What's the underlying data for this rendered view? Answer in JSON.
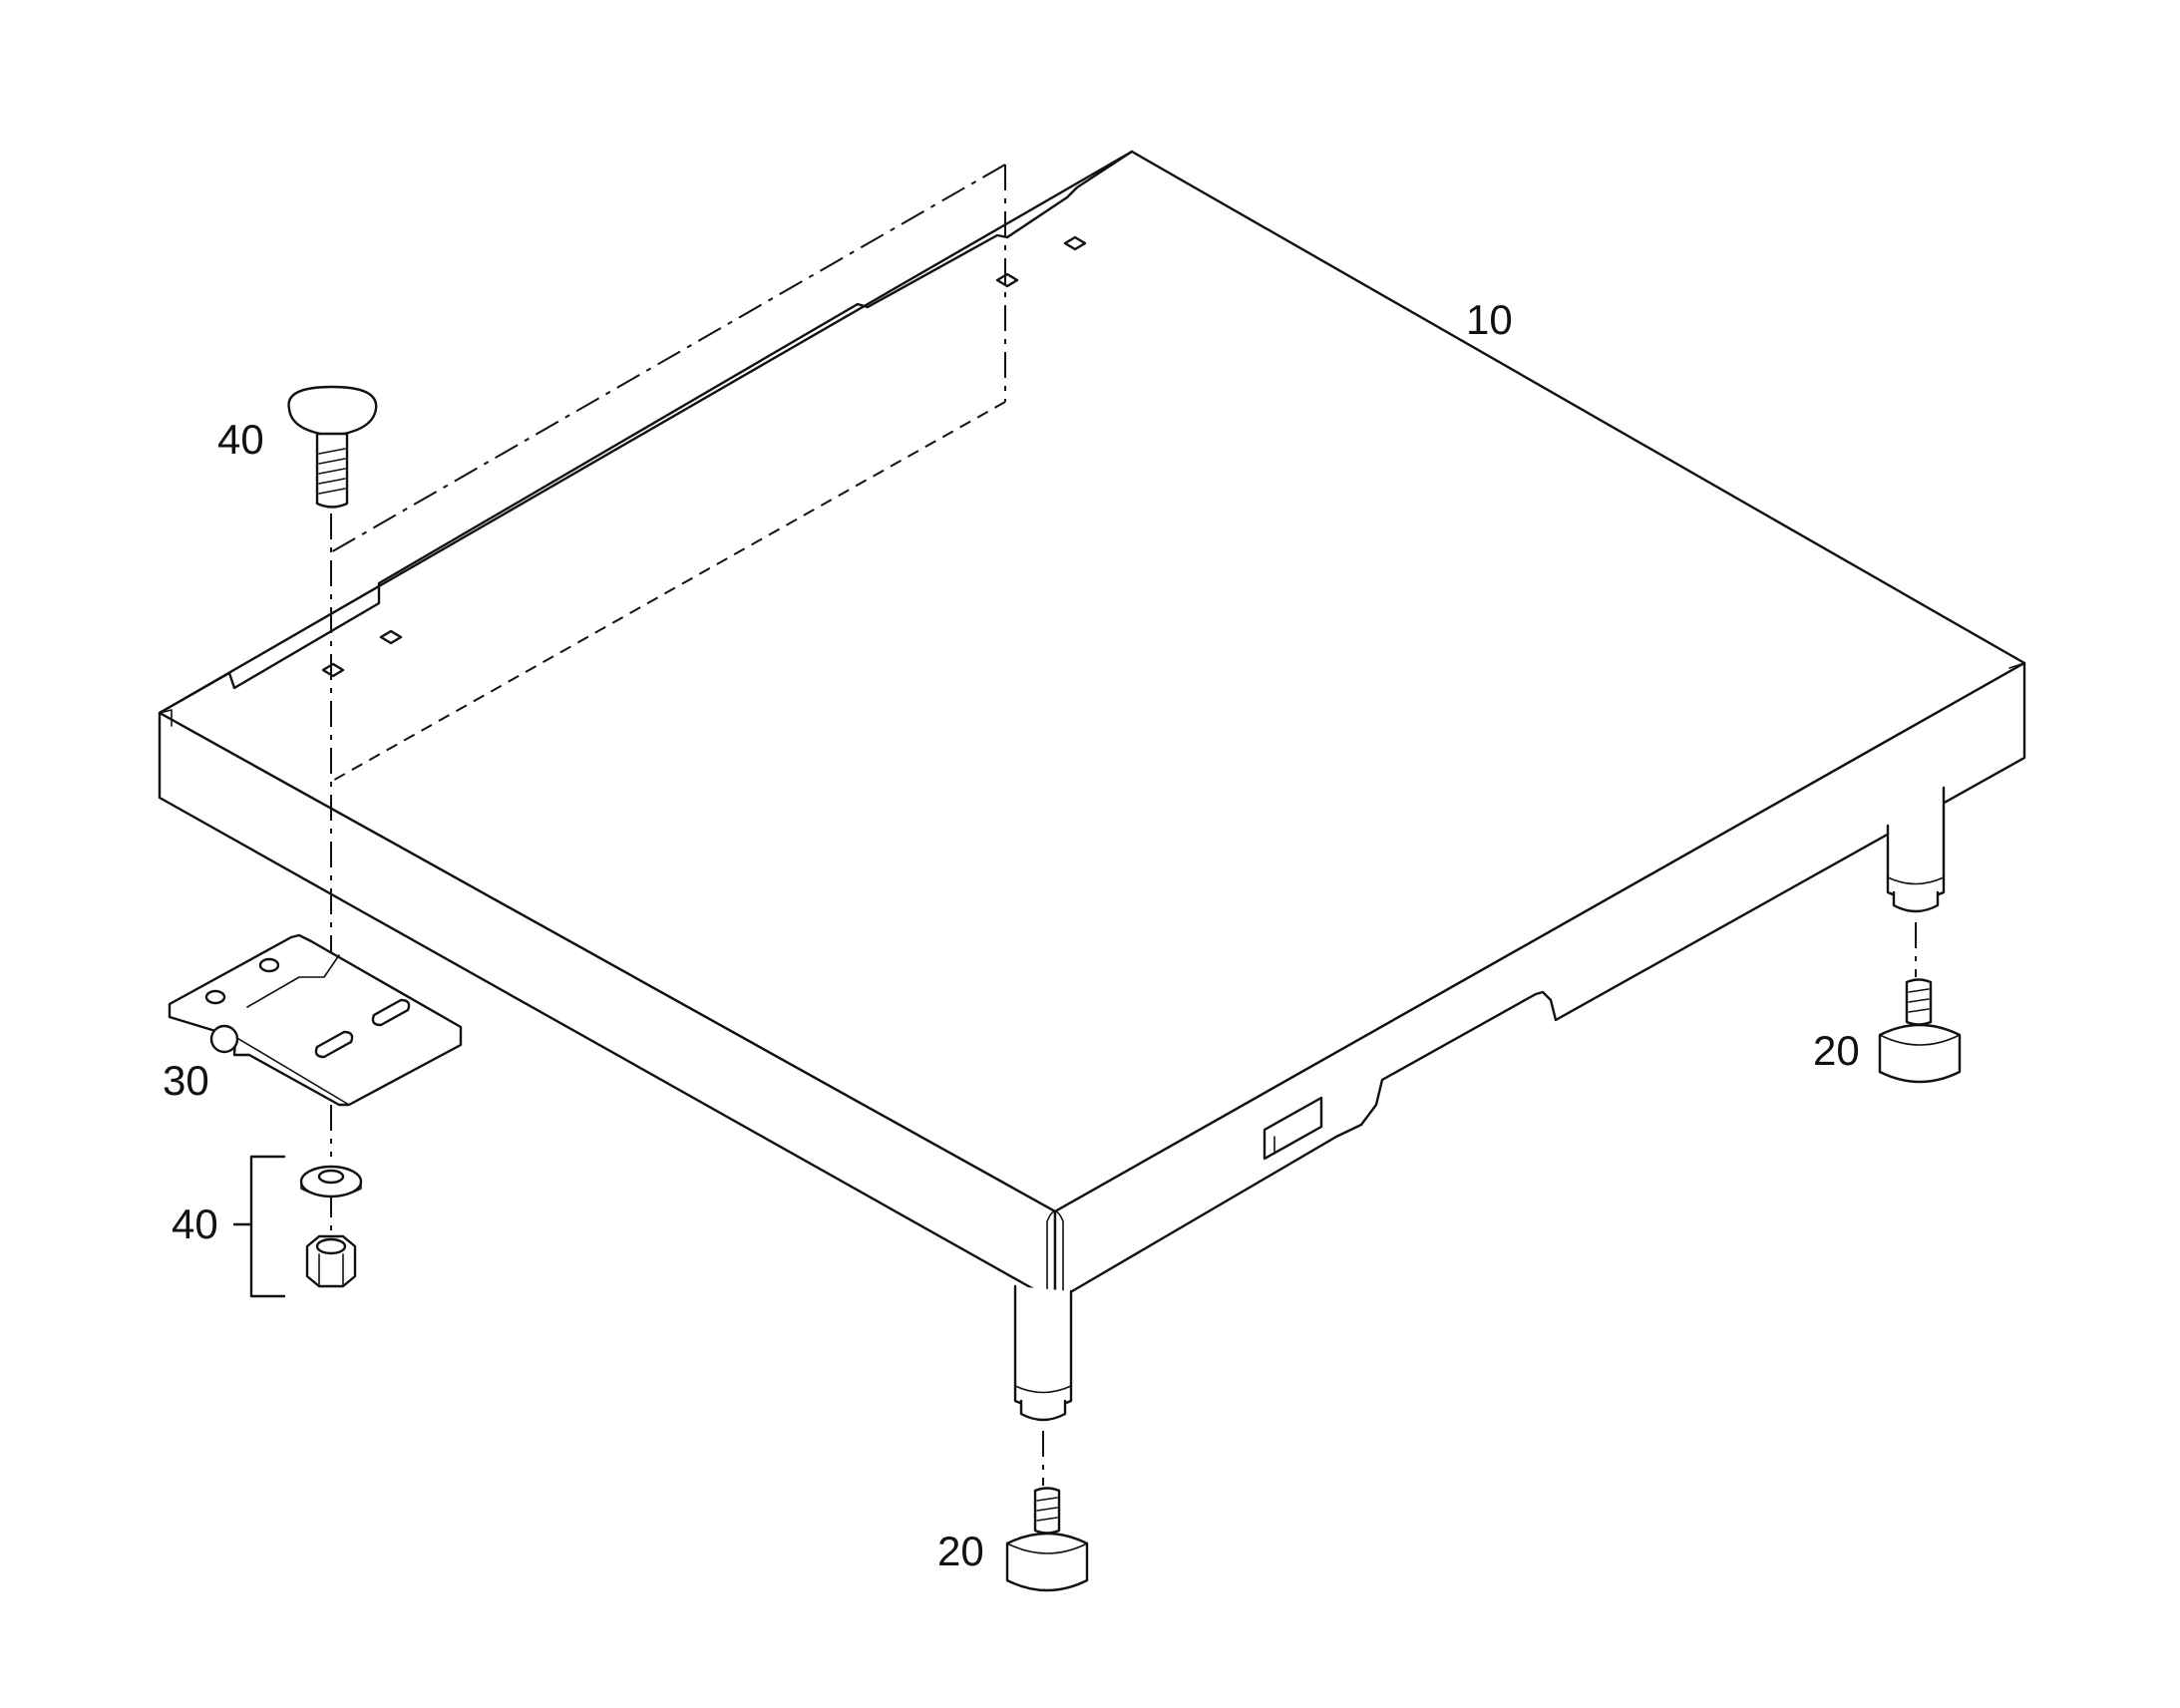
{
  "labels": {
    "base_plate": "10",
    "foot_front": "20",
    "foot_right": "20",
    "hinge_bracket": "30",
    "carriage_bolt": "40",
    "washer_nut": "40"
  }
}
